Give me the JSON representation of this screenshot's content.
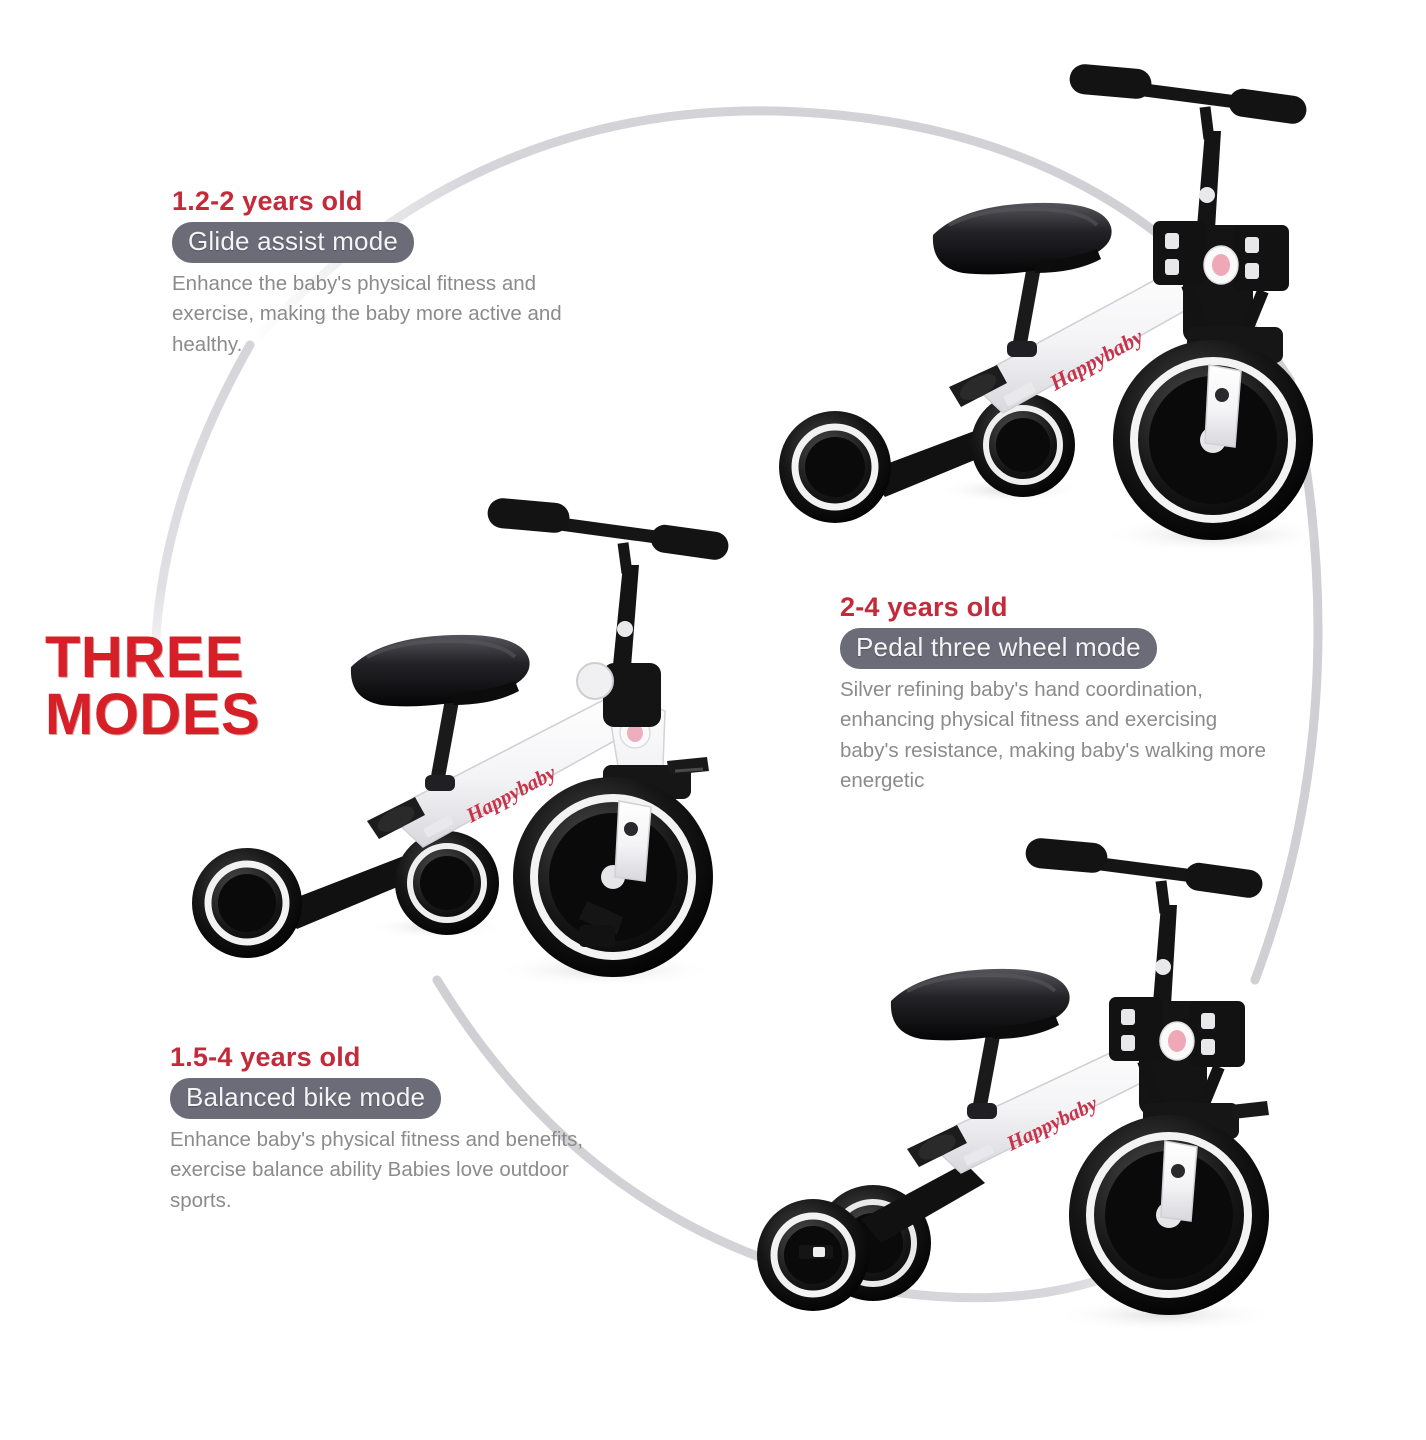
{
  "page": {
    "background_color": "#ffffff",
    "accent_red": "#d61f26",
    "age_red": "#c42b3a",
    "pill_gray": "#6c6b78",
    "body_gray": "#8b8b8b",
    "arc_gray": "#d9d9dd"
  },
  "headline": {
    "line1": "THREE",
    "line2": "MODES"
  },
  "modes": [
    {
      "id": "glide",
      "age": "1.2-2 years old",
      "pill": "Glide assist mode",
      "description": "Enhance the baby's physical fitness and exercise, making the baby more active and healthy."
    },
    {
      "id": "pedal",
      "age": "2-4 years old",
      "pill": "Pedal three wheel mode",
      "description": "Silver refining baby's hand coordination, enhancing physical fitness and exercising baby's resistance, making baby's walking more energetic"
    },
    {
      "id": "balance",
      "age": "1.5-4 years old",
      "pill": "Balanced bike mode",
      "description": "Enhance baby's physical fitness and benefits, exercise balance ability Babies love outdoor sports."
    }
  ],
  "product": {
    "brand_logo": "Happybaby",
    "frame_color": "#ffffff",
    "parts_color": "#1b1b1b"
  },
  "images": [
    {
      "id": "bike-glide",
      "alt": "white and black kids trike with pedals, three wheels, glide assist mode"
    },
    {
      "id": "bike-pedal",
      "alt": "white and black kids trike with three wheels, pedal three wheel mode"
    },
    {
      "id": "bike-balance",
      "alt": "white and black kids balance bike with pedals, balanced bike mode"
    }
  ]
}
